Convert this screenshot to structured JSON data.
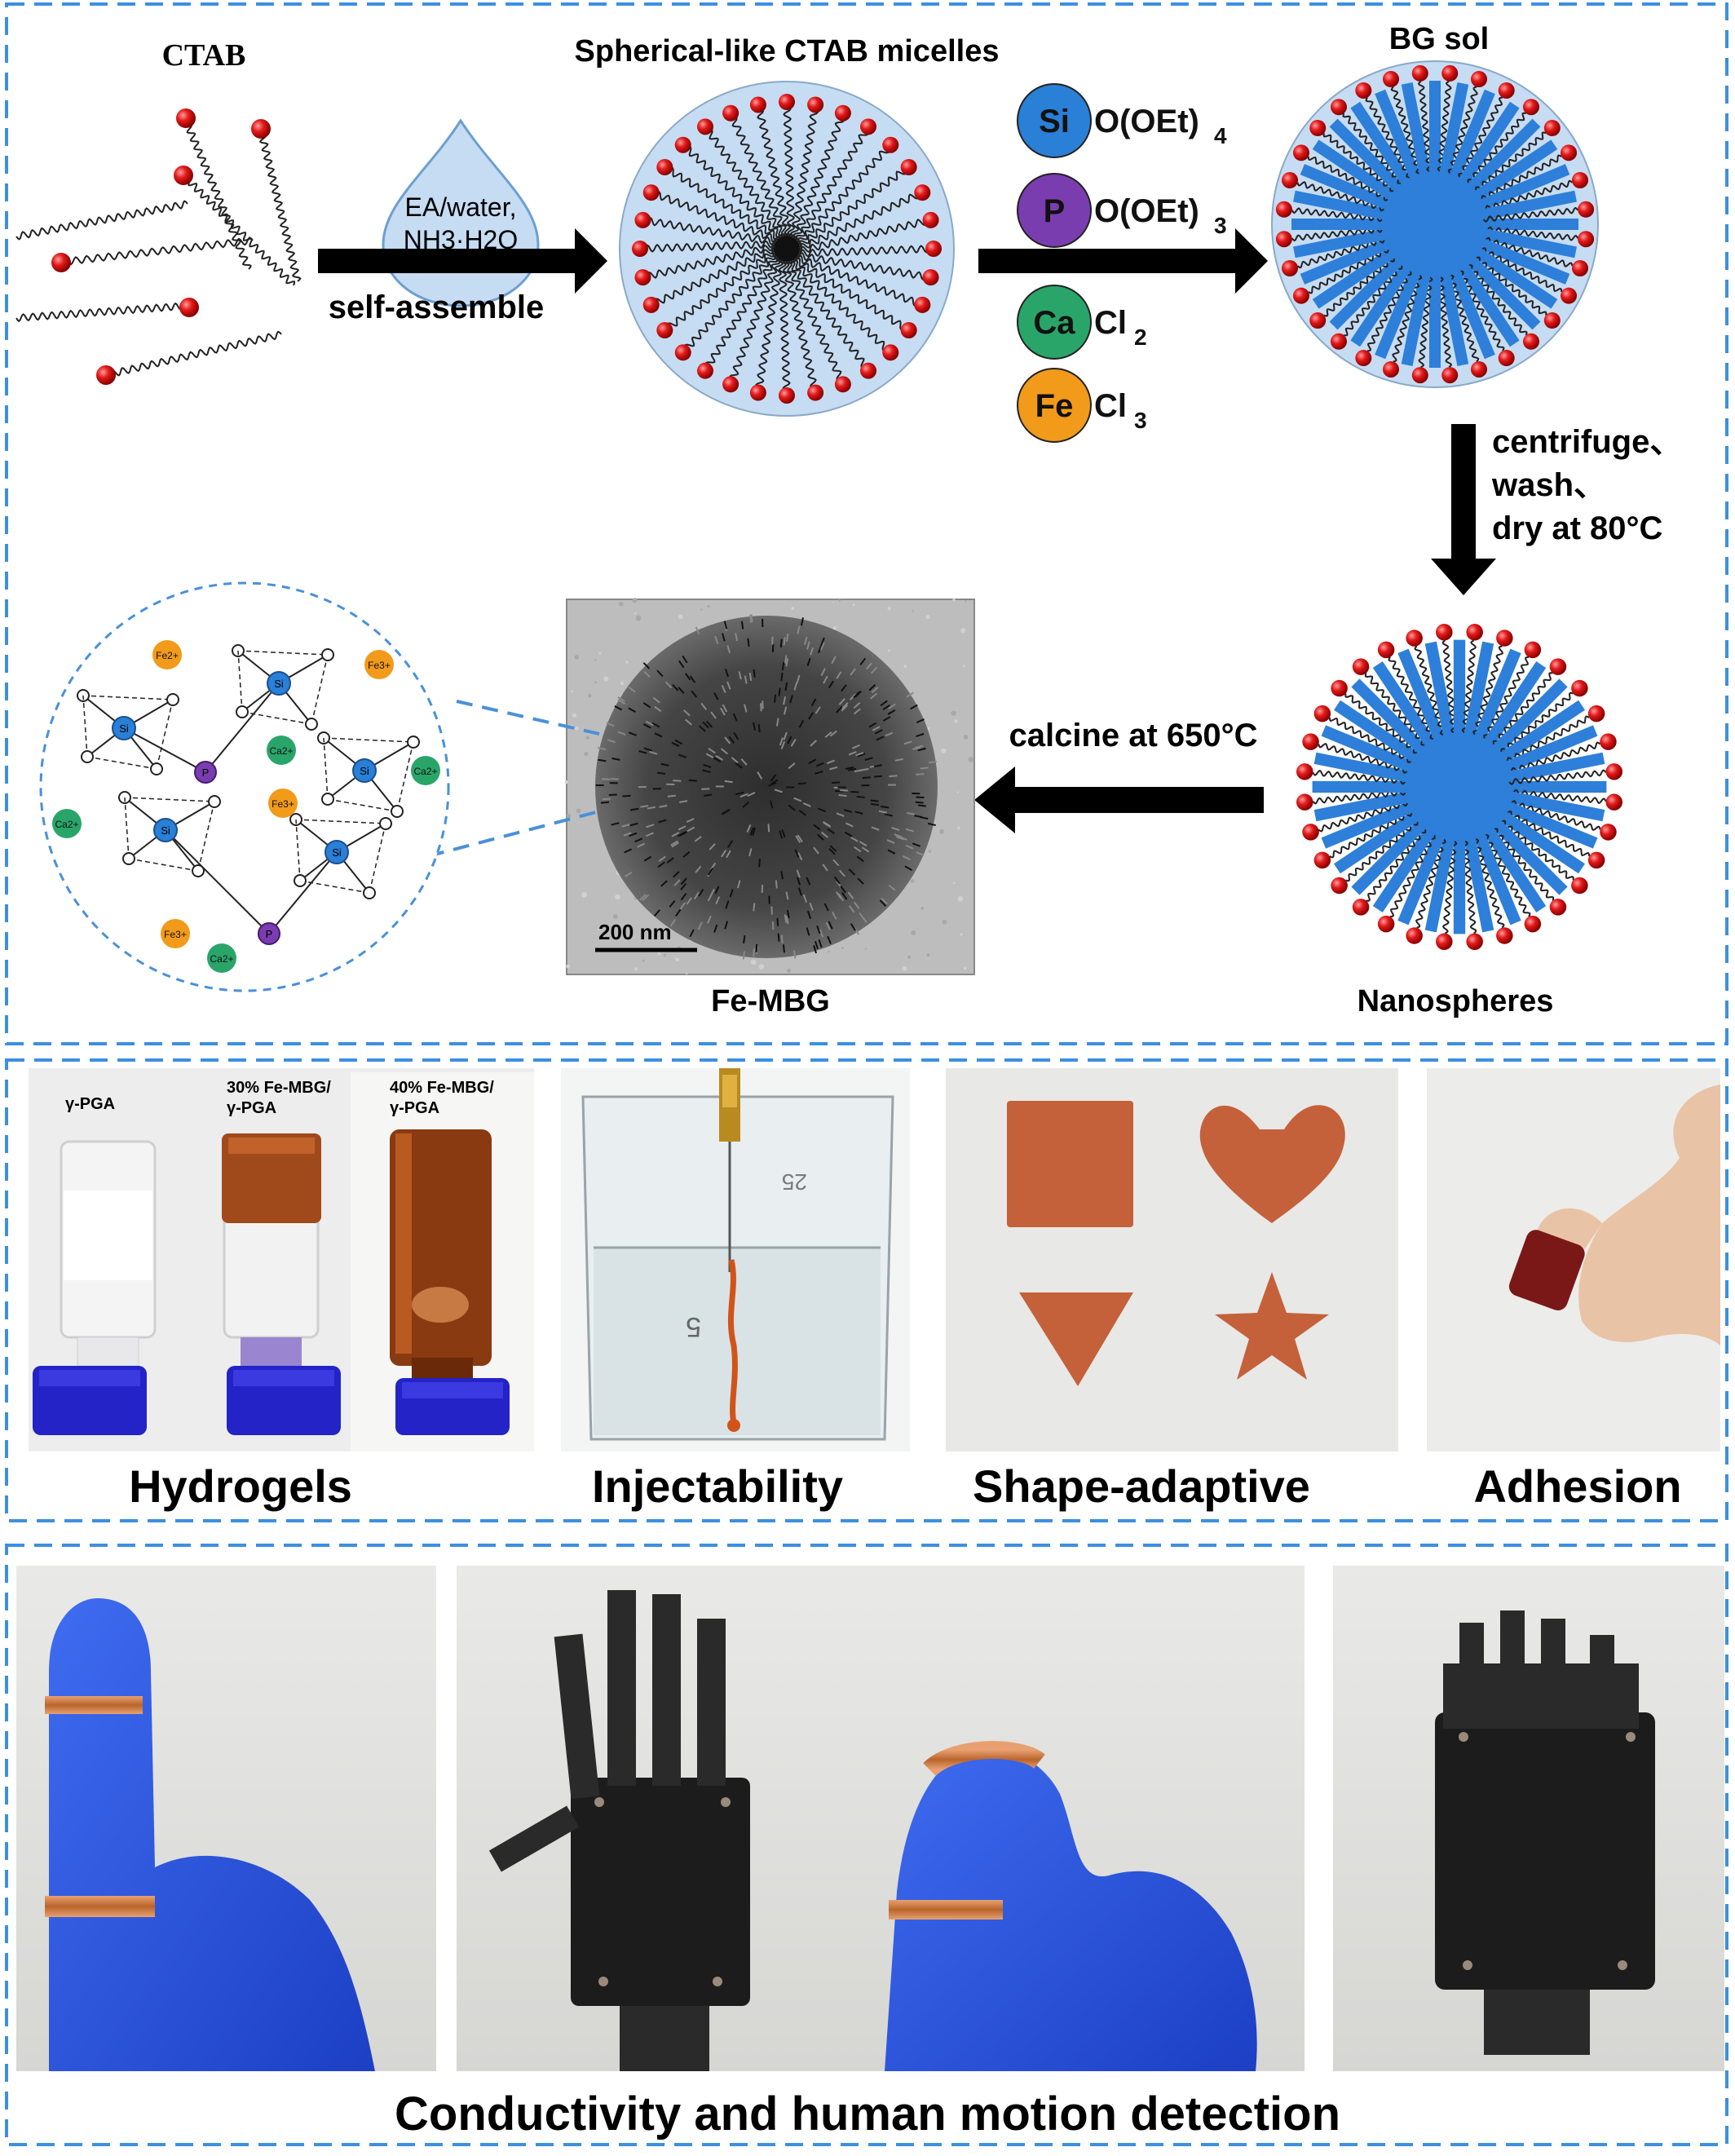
{
  "top_panel": {
    "ctab_label": "CTAB",
    "micelle_label": "Spherical-like CTAB micelles",
    "bgsol_label": "BG sol",
    "drop_line1": "EA/water,",
    "drop_line2": "NH3·H2O",
    "self_assemble": "self-assemble",
    "reagents": [
      {
        "symbol": "Si",
        "formula": "O(OEt)",
        "sub": "4",
        "color": "#2a7fd6"
      },
      {
        "symbol": "P",
        "formula": "O(OEt)",
        "sub": "3",
        "color": "#7a3db0"
      },
      {
        "symbol": "Ca",
        "formula": "Cl",
        "sub": "2",
        "color": "#2aa56a"
      },
      {
        "symbol": "Fe",
        "formula": "Cl",
        "sub": "3",
        "color": "#f29a1a"
      }
    ],
    "process_line1": "centrifuge、",
    "process_line2": "wash、",
    "process_line3": "dry at 80°C",
    "calcine": "calcine at 650°C",
    "scale_bar": "200 nm",
    "femb_label": "Fe-MBG",
    "nanospheres_label": "Nanospheres",
    "network": {
      "si": "Si",
      "p": "P",
      "ions": [
        "Fe2+",
        "Fe3+",
        "Ca2+",
        "Fe3+",
        "Ca2+",
        "Ca2+",
        "Fe3+",
        "Ca2+"
      ]
    }
  },
  "middle_panel": {
    "vial_labels": [
      "γ-PGA",
      "30% Fe-MBG/\nγ-PGA",
      "40% Fe-MBG/\nγ-PGA"
    ],
    "vial_label_30_l1": "30% Fe-MBG/",
    "vial_label_30_l2": "γ-PGA",
    "vial_label_40_l1": "40% Fe-MBG/",
    "vial_label_40_l2": "γ-PGA",
    "captions": [
      "Hydrogels",
      "Injectability",
      "Shape-adaptive",
      "Adhesion"
    ]
  },
  "bottom_panel": {
    "caption": "Conductivity and human motion detection"
  },
  "colors": {
    "dashed_border": "#3d8fe0",
    "micelle_fill": "#c6dcf3",
    "head_red": "#e21a1a",
    "bg_blue": "#2d7fd9",
    "arrow": "#000000"
  }
}
